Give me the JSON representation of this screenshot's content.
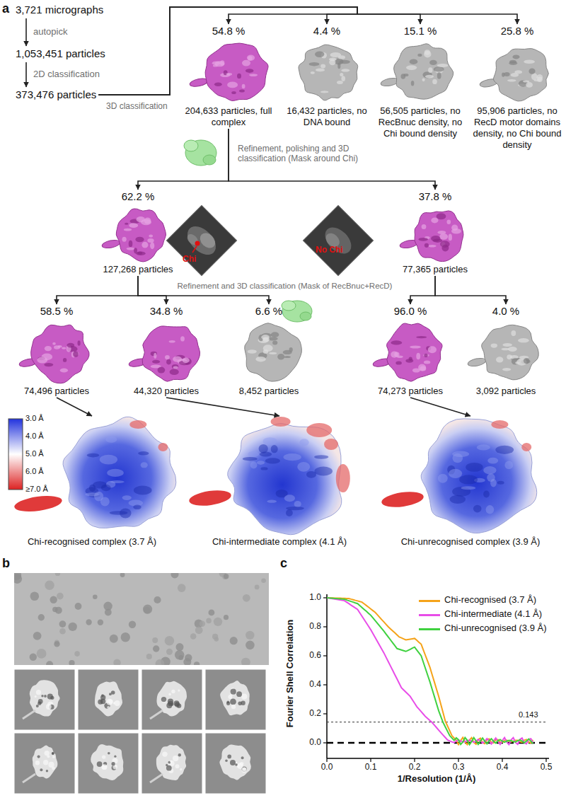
{
  "diagram": {
    "nodes": [
      {
        "text": [
          "3,721 micrographs"
        ]
      },
      {
        "text": [
          "1,053,451 particles"
        ]
      },
      {
        "text": [
          "373,476 particles"
        ]
      },
      {
        "text": [
          "54.8 %",
          "204,633 particles, full complex"
        ]
      },
      {
        "text": [
          "4.4 %",
          "16,432 particles, no DNA bound"
        ]
      },
      {
        "text": [
          "15.1 %",
          "56,505 particles, no RecBnuc density, no Chi bound density"
        ]
      },
      {
        "text": [
          "25.8 %",
          "95,906 particles, no RecD motor domains density, no Chi bound density"
        ]
      },
      {
        "text": [
          "62.2 %",
          "127,268 particles"
        ]
      },
      {
        "text": [
          "37.8 %",
          "77,365 particles"
        ]
      },
      {
        "text": [
          "58.5 %",
          "74,496 particles"
        ]
      },
      {
        "text": [
          "34.8 %",
          "44,320 particles"
        ]
      },
      {
        "text": [
          "6.6 %",
          "8,452 particles"
        ]
      },
      {
        "text": [
          "96.0 %",
          "74,273 particles"
        ]
      },
      {
        "text": [
          "4.0 %",
          "3,092 particles"
        ]
      },
      {
        "text": [
          "Chi-recognised complex (3.7 Å)"
        ]
      },
      {
        "text": [
          "Chi-intermediate complex (4.1 Å)"
        ]
      },
      {
        "text": [
          "Chi-unrecognised complex (3.9 Å)"
        ]
      }
    ],
    "edges": [
      {
        "from": 0,
        "to": 1,
        "arrow": "to",
        "label": "autopick"
      },
      {
        "from": 1,
        "to": 2,
        "arrow": "to",
        "label": "2D classification"
      },
      {
        "from": 2,
        "to": 3,
        "arrow": "to",
        "label": "3D classification"
      },
      {
        "from": 2,
        "to": 4,
        "arrow": "to"
      },
      {
        "from": 2,
        "to": 5,
        "arrow": "to"
      },
      {
        "from": 2,
        "to": 6,
        "arrow": "to"
      },
      {
        "from": 3,
        "to": 7,
        "arrow": "to"
      },
      {
        "from": 3,
        "to": 8,
        "arrow": "to"
      },
      {
        "from": 7,
        "to": 9,
        "arrow": "to"
      },
      {
        "from": 7,
        "to": 10,
        "arrow": "to"
      },
      {
        "from": 7,
        "to": 11,
        "arrow": "to"
      },
      {
        "from": 8,
        "to": 12,
        "arrow": "to"
      },
      {
        "from": 8,
        "to": 13,
        "arrow": "to"
      },
      {
        "from": 9,
        "to": 14,
        "arrow": "to"
      },
      {
        "from": 10,
        "to": 15,
        "arrow": "to"
      },
      {
        "from": 12,
        "to": 16,
        "arrow": "to"
      }
    ],
    "labels": [
      "a",
      "Refinement, polishing and 3D classification (Mask around Chi)",
      "Chi",
      "No Chi",
      "Refinement and 3D classification (Mask of RecBnuc+RecD)",
      "3.0 Å",
      "4.0 Å",
      "5.0 Å",
      "6.0 Å",
      "≥7.0 Å",
      "b",
      "c",
      "0.0",
      "0.2",
      "0.4",
      "0.6",
      "0.8",
      "1.0",
      "0.0",
      "0.1",
      "0.2",
      "0.3",
      "0.4",
      "0.5",
      "0.143",
      "Fourier Shell Correlation",
      "1/Resolution (1/Å)"
    ],
    "legend": [
      {
        "text": "Chi-recognised (3.7 Å)",
        "color": "#f5a31a"
      },
      {
        "text": "Chi-intermediate (4.1 Å)",
        "color": "#e84de8"
      },
      {
        "text": "Chi-unrecognised (3.9 Å)",
        "color": "#3fd13f"
      }
    ]
  }
}
